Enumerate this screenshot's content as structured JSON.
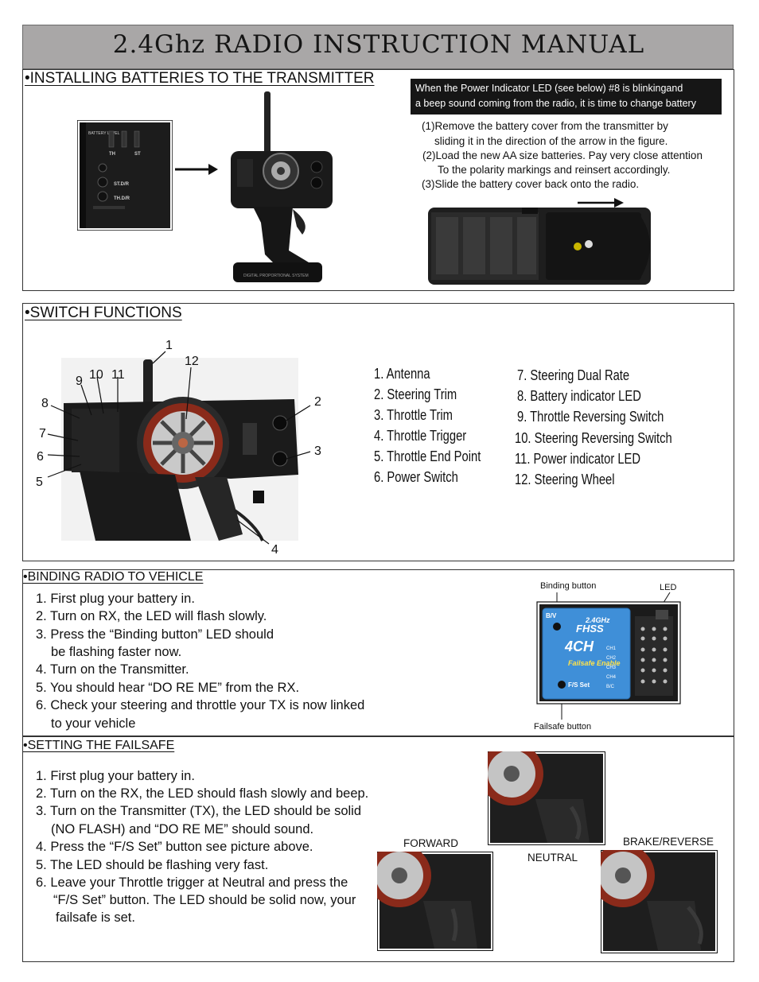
{
  "title": "2.4Ghz RADIO INSTRUCTION MANUAL",
  "batteries": {
    "heading": "•INSTALLING BATTERIES TO THE TRANSMITTER",
    "note_line1": "When the Power Indicator LED (see below) #8 is blinkingand",
    "note_line2": "a beep sound coming from the radio, it is time to change battery",
    "steps": [
      "(1)Remove the battery cover from the transmitter by",
      "sliding it in the direction of the arrow in the figure.",
      "(2)Load the new AA size batteries. Pay very close attention",
      "To the polarity markings and reinsert accordingly.",
      "(3)Slide the battery cover back onto the radio."
    ],
    "panel_labels": [
      "BATTERY LEVEL",
      "TH",
      "ST",
      "ST.D/R",
      "TH.D/R"
    ],
    "base_label": "DIGITAL PROPORTIONAL SYSTEM"
  },
  "switches": {
    "heading": "•SWITCH FUNCTIONS",
    "items_left": [
      "1.  Antenna",
      "2.  Steering Trim",
      "3.  Throttle Trim",
      "4.  Throttle Trigger",
      "5.  Throttle End Point",
      "6.  Power Switch"
    ],
    "items_right": [
      "7. Steering Dual Rate",
      "8. Battery indicator LED",
      "9. Throttle Reversing Switch",
      "10. Steering Reversing Switch",
      "11. Power indicator LED",
      "12. Steering Wheel"
    ],
    "callouts": [
      "1",
      "2",
      "3",
      "4",
      "5",
      "6",
      "7",
      "8",
      "9",
      "10",
      "11",
      "12"
    ]
  },
  "binding": {
    "heading": "•BINDING RADIO TO VEHICLE",
    "steps": [
      "1.  First plug your battery in.",
      "2.  Turn on RX, the LED will flash slowly.",
      "3.  Press the “Binding button” LED should",
      "be flashing faster now.",
      "4.  Turn on the Transmitter.",
      "5.  You should hear “DO RE ME” from the RX.",
      "6.  Check your steering and throttle your TX is now linked",
      "to your vehicle"
    ],
    "label_binding": "Binding button",
    "label_led": "LED",
    "label_failsafe": "Failsafe button",
    "rx_labels": [
      "B/V",
      "2.4GHz",
      "FHSS",
      "4CH",
      "Failsafe Enable",
      "F/S Set",
      "CH1",
      "CH2",
      "CH3",
      "CH4",
      "B/C"
    ]
  },
  "failsafe": {
    "heading": "•SETTING THE FAILSAFE",
    "steps": [
      "1.  First plug your battery in.",
      "2.  Turn on the RX, the LED should flash slowly and beep.",
      "3.  Turn on the Transmitter (TX), the LED should be solid",
      "(NO FLASH) and “DO RE ME” should sound.",
      "4.  Press the “F/S Set” button see picture above.",
      "5.  The LED should be flashing very fast.",
      "6.  Leave your Throttle trigger at Neutral and press the",
      "“F/S Set” button. The LED should be solid now, your",
      "failsafe is set."
    ],
    "label_forward": "FORWARD",
    "label_neutral": "NEUTRAL",
    "label_brake": "BRAKE/REVERSE"
  }
}
